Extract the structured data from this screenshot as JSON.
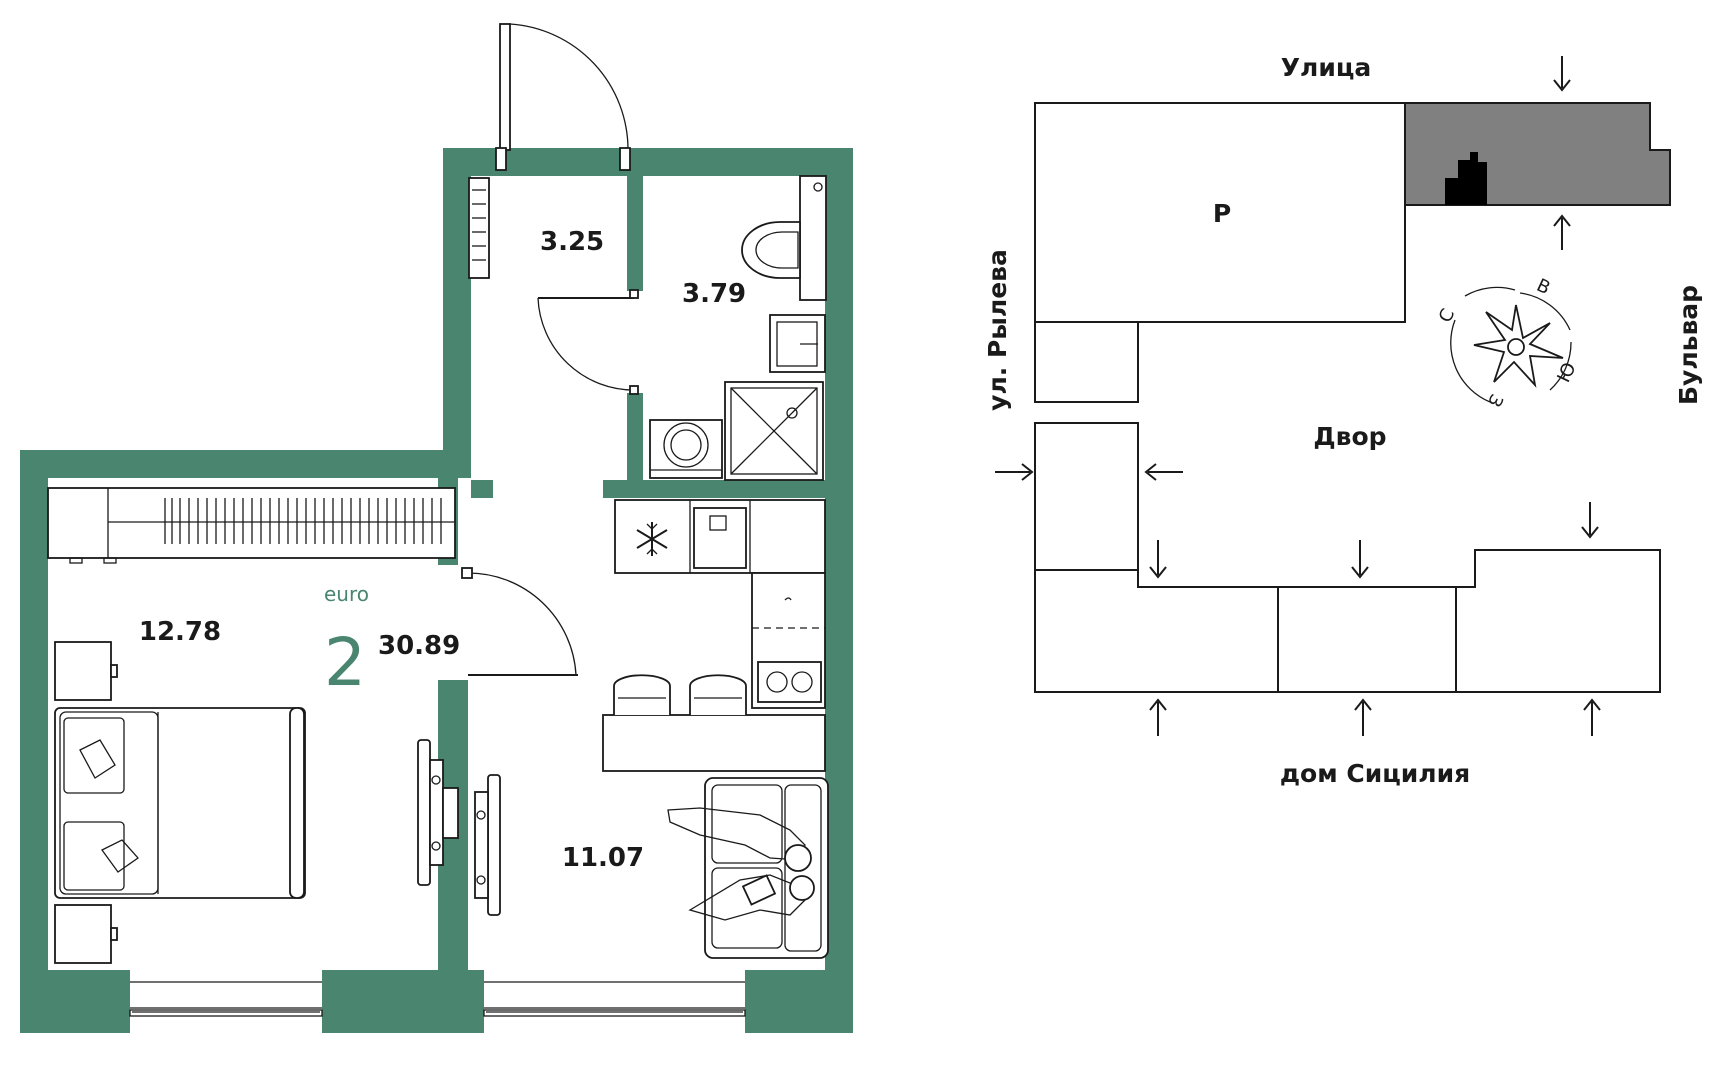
{
  "apartment": {
    "type_label": "euro",
    "rooms": "2",
    "total_area": "30.89",
    "accent_color": "#4a8570"
  },
  "rooms": {
    "hallway_area": "3.25",
    "bathroom_area": "3.79",
    "bedroom_area": "12.78",
    "kitchen_living_area": "11.07"
  },
  "site_plan": {
    "street_top": "Улица",
    "street_left": "ул. Рылева",
    "street_right": "Бульвар",
    "courtyard": "Двор",
    "building_bottom": "дом Сицилия",
    "parking_label": "Р",
    "compass": {
      "north": "С",
      "east": "В",
      "south": "Ю",
      "west": "З"
    },
    "highlight_color": "#808080"
  },
  "icons": [
    "snowflake-icon",
    "compass-icon",
    "entrance-arrow-icon"
  ]
}
